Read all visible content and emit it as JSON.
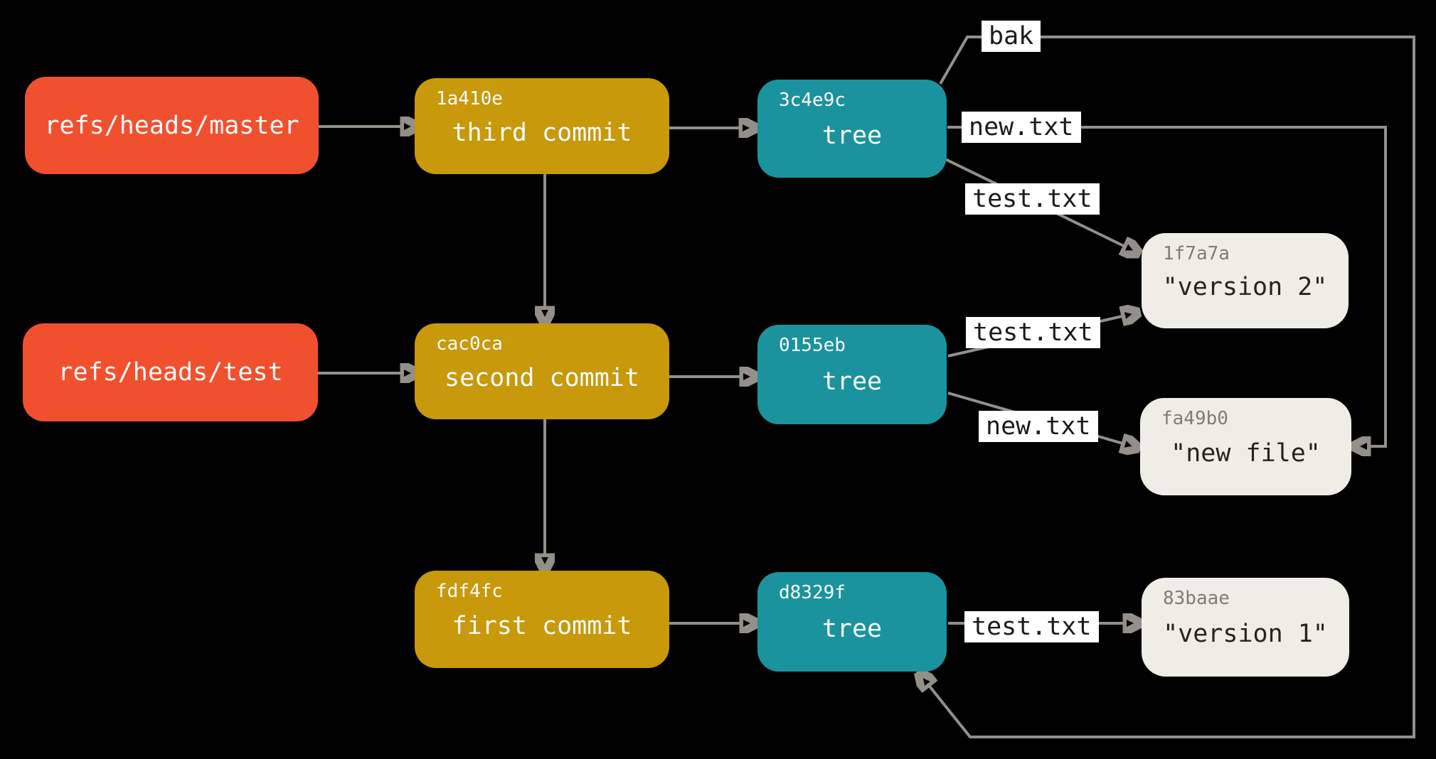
{
  "diagram": {
    "refs": [
      {
        "name": "refs/heads/master"
      },
      {
        "name": "refs/heads/test"
      }
    ],
    "commits": [
      {
        "id": "1a410e",
        "message": "third commit"
      },
      {
        "id": "cac0ca",
        "message": "second commit"
      },
      {
        "id": "fdf4fc",
        "message": "first commit"
      }
    ],
    "trees": [
      {
        "id": "3c4e9c",
        "label": "tree"
      },
      {
        "id": "0155eb",
        "label": "tree"
      },
      {
        "id": "d8329f",
        "label": "tree"
      }
    ],
    "blobs": [
      {
        "id": "1f7a7a",
        "content": "\"version 2\""
      },
      {
        "id": "fa49b0",
        "content": "\"new file\""
      },
      {
        "id": "83baae",
        "content": "\"version 1\""
      }
    ],
    "edge_labels": {
      "tree3_bak": "bak",
      "tree3_new": "new.txt",
      "tree3_test": "test.txt",
      "tree2_test": "test.txt",
      "tree2_new": "new.txt",
      "tree1_test": "test.txt"
    },
    "colors": {
      "background": "#000000",
      "ref": "#F1502F",
      "commit": "#C7990B",
      "tree": "#1A939E",
      "blob_bg": "#EFEEE6",
      "blob_hash": "#7F7D74",
      "blob_text": "#26241D",
      "box_text": "#FCFCFC",
      "line": "#93908A",
      "label_bg": "#FFFFFF",
      "label_text": "#1B1B1B"
    }
  }
}
